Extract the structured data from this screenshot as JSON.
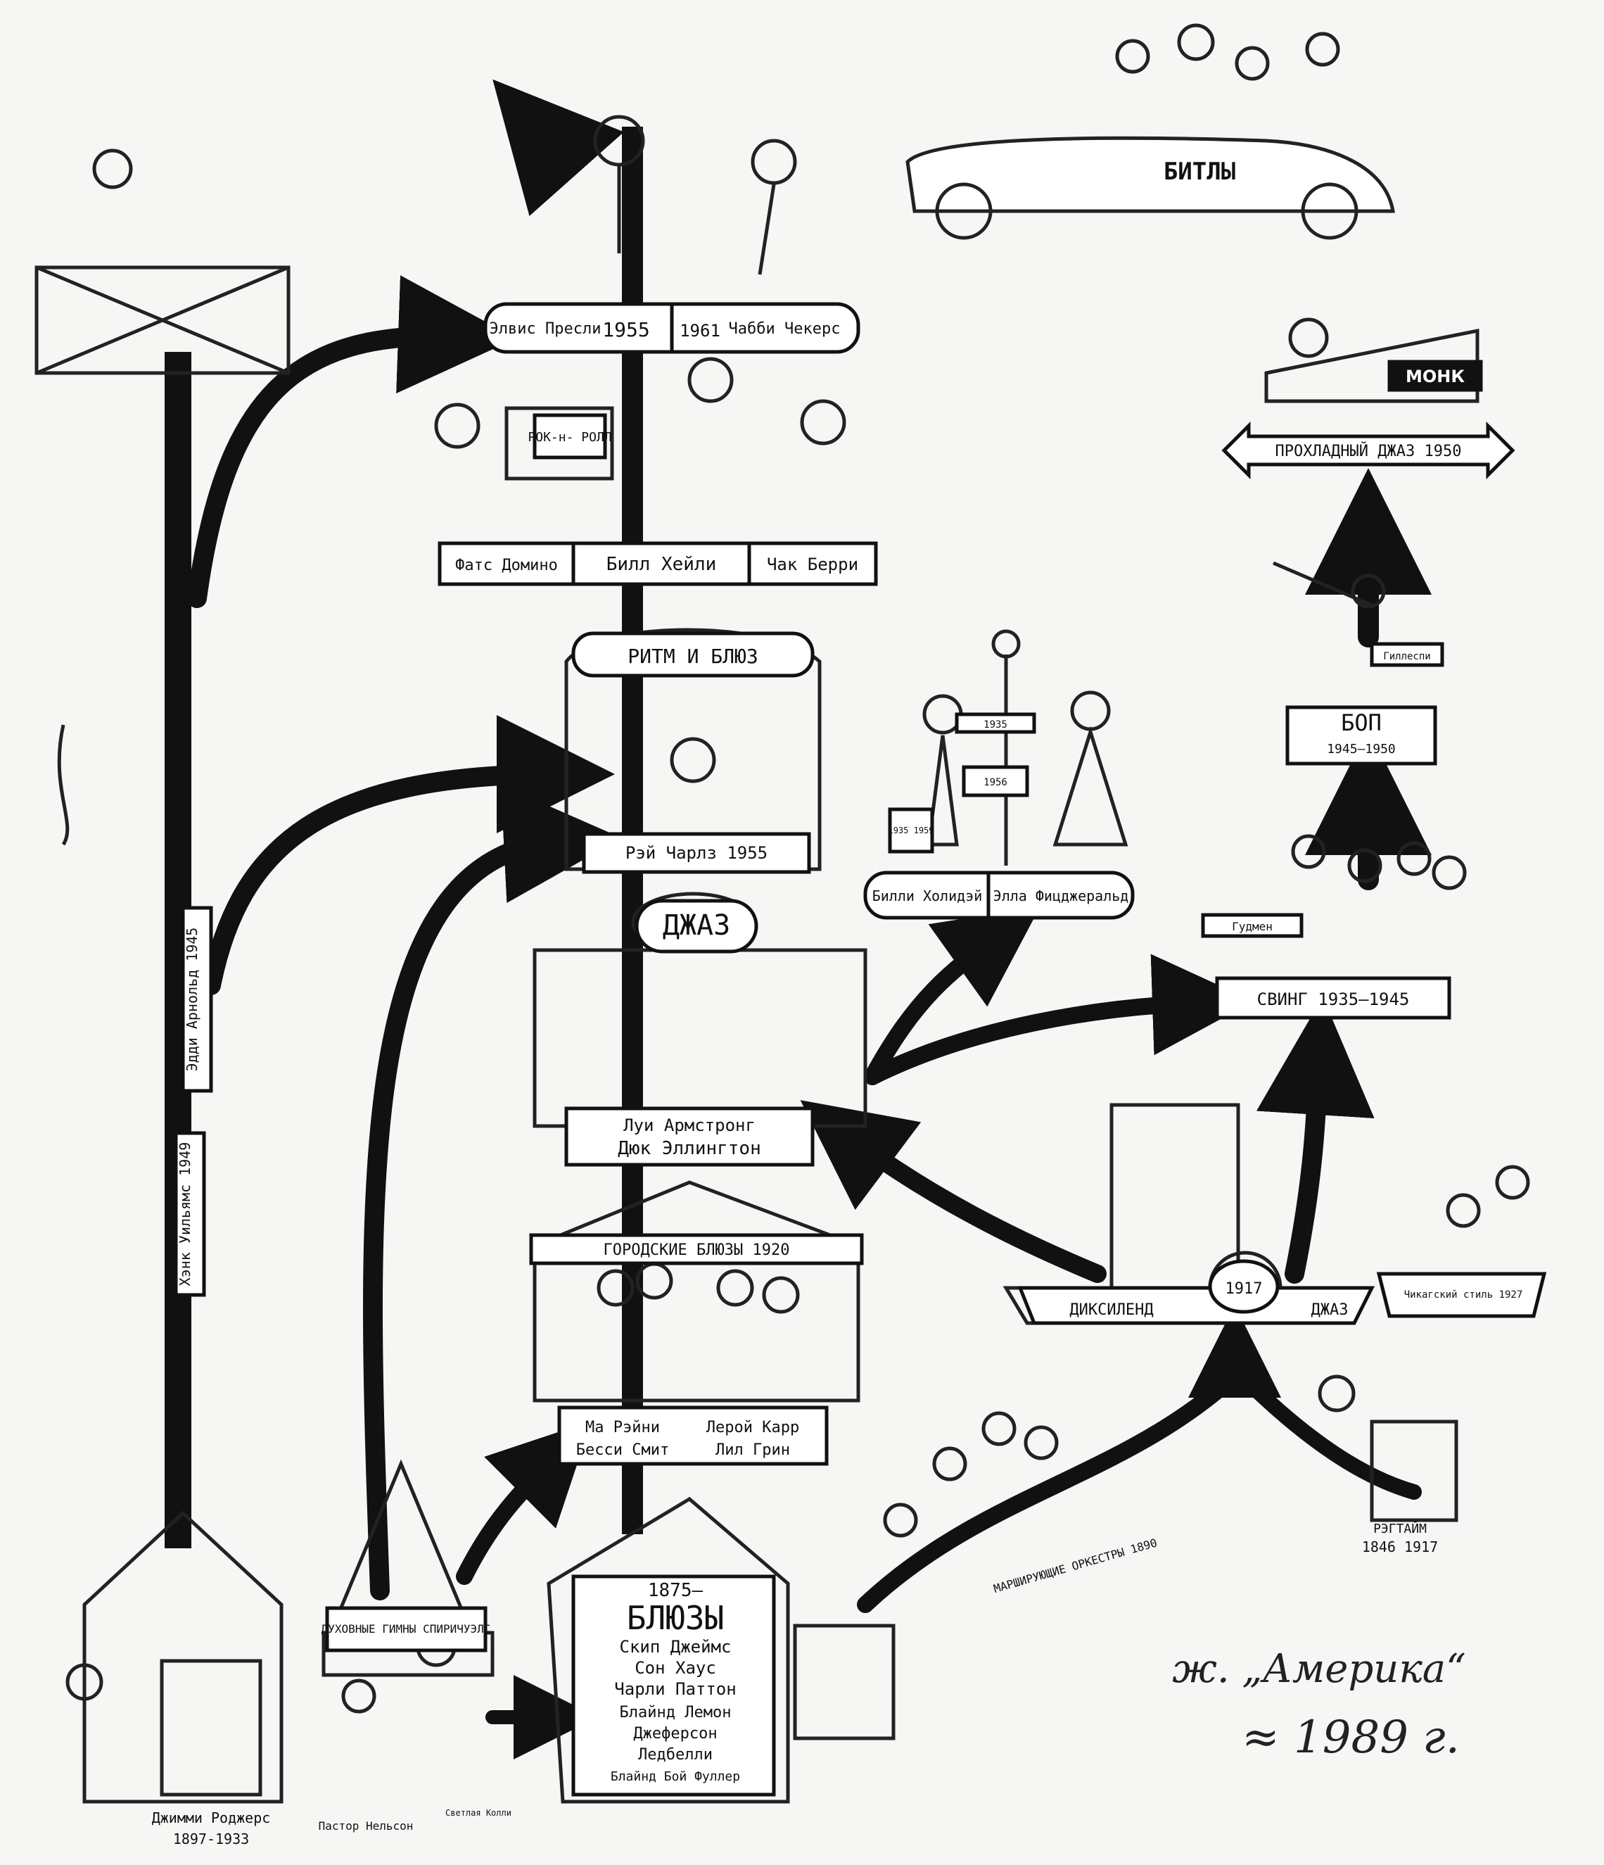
{
  "nodes": {
    "beatles": "БИТЛЫ",
    "presley_name": "Элвис Пресли",
    "year_1955": "1955",
    "year_1961": "1961",
    "checker_name": "Чабби Чекерс",
    "rock_sign": "РОК-н- РОЛЛ",
    "monk": "МОНК",
    "cool_jazz": "ПРОХЛАДНЫЙ ДЖАЗ 1950",
    "fats": "Фатс Домино",
    "haley": "Билл Хейли",
    "berry": "Чак Берри",
    "rhythm_blues": "РИТМ И БЛЮЗ",
    "ray_charles": "Рэй Чарлз 1955",
    "bop": "БОП",
    "bop_years": "1945–1950",
    "holiday": "Билли Холидэй",
    "fitzgerald": "Элла Фицджеральд",
    "jazz": "ДЖАЗ",
    "armstrong": "Луи Армстронг",
    "ellington": "Дюк Эллингтон",
    "swing": "СВИНГ 1935–1945",
    "city_blues": "ГОРОДСКИЕ БЛЮЗЫ 1920",
    "rainey": "Ма Рэйни",
    "carr": "Лерой Карр",
    "smith": "Бесси Смит",
    "green": "Лил Грин",
    "dixieland": "ДИКСИЛЕНД",
    "dixie_jazz": "ДЖАЗ",
    "year_1917": "1917",
    "chicago": "Чикагский стиль 1927",
    "ragtime": "РЭГТАЙМ",
    "ragtime_years": "1846 1917",
    "marching": "МАРШИРУЮЩИЕ ОРКЕСТРЫ 1890",
    "blues_year": "1875–",
    "blues": "БЛЮЗЫ",
    "blues_artists": [
      "Скип Джеймс",
      "Сон Хаус",
      "Чарли Паттон",
      "Блайнд Лемон",
      "Джеферсон",
      "Ледбелли",
      "Блайнд Бой Фуллер"
    ],
    "spirituals": "ДУХОВНЫЕ ГИМНЫ СПИРИЧУЭЛС",
    "rodgers": "Джимми Роджерс",
    "rodgers_years": "1897-1933",
    "arnold": "Эдди Арнольд 1945",
    "hank": "Хэнк Уильямс 1949",
    "preacher": "Пастор Нельсон",
    "singer_note": "Светлая Колли",
    "bop_drum": "Гиллеспи",
    "swing_stand": "Гудмен",
    "signpost_1": "1935",
    "signpost_2": "1956",
    "holiday_sheet": "1935 1959"
  },
  "handwriting": {
    "note_line": "ж. „Америка“",
    "note_year": "≈ 1989 г."
  }
}
